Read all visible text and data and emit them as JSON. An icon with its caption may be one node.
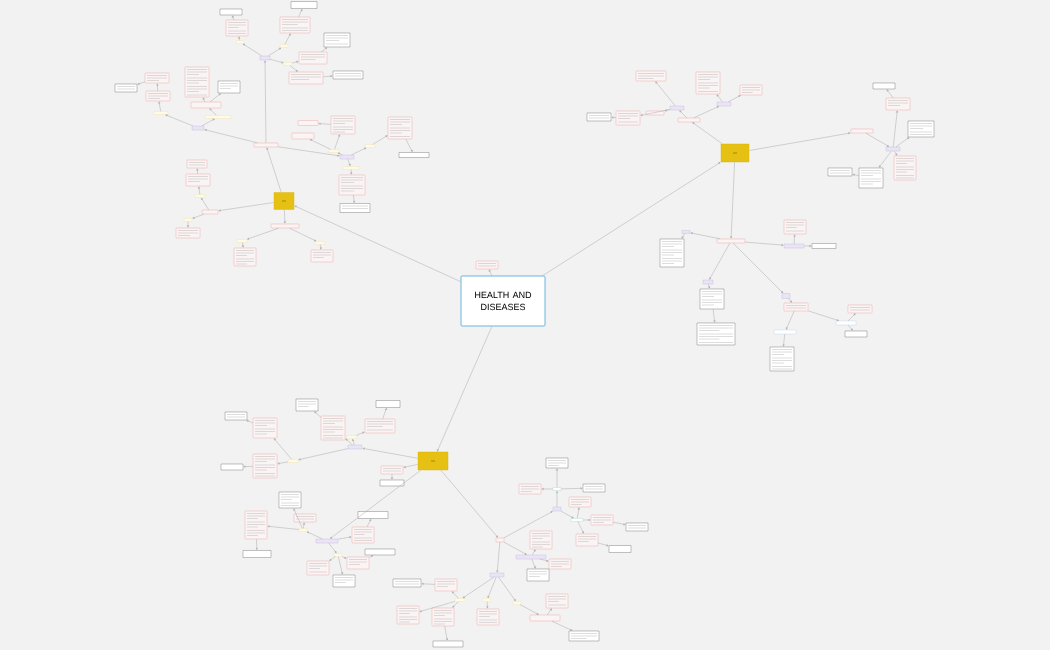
{
  "diagram": {
    "nodes": [
      {
        "text": [
          "HEALTH AND DISEASES"
        ]
      },
      {
        "text": [],
        "shape": "box"
      },
      {
        "text": [],
        "shape": "box"
      },
      {
        "text": [],
        "shape": "box"
      },
      {
        "text": [],
        "shape": "box"
      },
      {
        "text": [],
        "shape": "box"
      },
      {
        "text": [],
        "shape": "box"
      },
      {
        "text": [],
        "shape": "box"
      },
      {
        "text": [],
        "shape": "box"
      },
      {
        "text": [],
        "shape": "box"
      },
      {
        "text": [],
        "shape": "box"
      },
      {
        "text": [],
        "shape": "box"
      },
      {
        "text": [],
        "shape": "box"
      },
      {
        "text": [],
        "shape": "box"
      },
      {
        "text": [],
        "shape": "box"
      },
      {
        "text": [],
        "shape": "box"
      },
      {
        "text": [],
        "shape": "box"
      },
      {
        "text": [],
        "shape": "box"
      },
      {
        "text": [],
        "shape": "box"
      },
      {
        "text": [],
        "shape": "box"
      },
      {
        "text": [],
        "shape": "box"
      },
      {
        "text": [],
        "shape": "box"
      },
      {
        "text": [],
        "shape": "box"
      },
      {
        "text": [],
        "shape": "box"
      },
      {
        "text": [],
        "shape": "box"
      },
      {
        "text": [],
        "shape": "box"
      },
      {
        "text": [],
        "shape": "box"
      },
      {
        "text": [],
        "shape": "box"
      },
      {
        "text": [],
        "shape": "box"
      },
      {
        "text": [],
        "shape": "box"
      },
      {
        "text": [],
        "shape": "box"
      },
      {
        "text": [],
        "shape": "box"
      },
      {
        "text": [],
        "shape": "box"
      },
      {
        "text": [],
        "shape": "box"
      },
      {
        "text": [],
        "shape": "box"
      },
      {
        "text": [],
        "shape": "box"
      },
      {
        "text": [],
        "shape": "box"
      },
      {
        "text": [],
        "shape": "box"
      },
      {
        "text": [],
        "shape": "box"
      },
      {
        "text": [],
        "shape": "box"
      },
      {
        "text": [],
        "shape": "box"
      },
      {
        "text": [],
        "shape": "box"
      },
      {
        "text": [],
        "shape": "box"
      },
      {
        "text": [],
        "shape": "box"
      },
      {
        "text": [],
        "shape": "box"
      },
      {
        "text": [],
        "shape": "box"
      },
      {
        "text": [],
        "shape": "box"
      },
      {
        "text": [],
        "shape": "box"
      },
      {
        "text": [],
        "shape": "box"
      },
      {
        "text": [],
        "shape": "box"
      },
      {
        "text": [],
        "shape": "box"
      },
      {
        "text": [],
        "shape": "box"
      },
      {
        "text": [],
        "shape": "box"
      },
      {
        "text": [],
        "shape": "box"
      },
      {
        "text": [],
        "shape": "box"
      },
      {
        "text": [],
        "shape": "box"
      },
      {
        "text": [],
        "shape": "box"
      },
      {
        "text": [],
        "shape": "box"
      },
      {
        "text": [],
        "shape": "box"
      },
      {
        "text": [],
        "shape": "box"
      },
      {
        "text": [],
        "shape": "box"
      },
      {
        "text": [],
        "shape": "box"
      },
      {
        "text": [],
        "shape": "box"
      },
      {
        "text": [],
        "shape": "box"
      },
      {
        "text": [],
        "shape": "box"
      },
      {
        "text": [],
        "shape": "box"
      },
      {
        "text": [],
        "shape": "box"
      },
      {
        "text": [],
        "shape": "box"
      },
      {
        "text": [],
        "shape": "box"
      },
      {
        "text": [],
        "shape": "box"
      },
      {
        "text": [],
        "shape": "box"
      },
      {
        "text": [],
        "shape": "box"
      },
      {
        "text": [],
        "shape": "box"
      },
      {
        "text": [],
        "shape": "box"
      },
      {
        "text": [],
        "shape": "box"
      },
      {
        "text": [],
        "shape": "box"
      },
      {
        "text": [],
        "shape": "box"
      },
      {
        "text": [],
        "shape": "box"
      },
      {
        "text": [],
        "shape": "box"
      },
      {
        "text": [],
        "shape": "box"
      },
      {
        "text": [],
        "shape": "box"
      },
      {
        "text": [],
        "shape": "box"
      },
      {
        "text": [],
        "shape": "box"
      },
      {
        "text": [],
        "shape": "box"
      },
      {
        "text": [],
        "shape": "box"
      },
      {
        "text": [],
        "shape": "box"
      },
      {
        "text": [],
        "shape": "box"
      },
      {
        "text": [],
        "shape": "box"
      },
      {
        "text": [],
        "shape": "box"
      },
      {
        "text": [],
        "shape": "box"
      },
      {
        "text": [],
        "shape": "box"
      },
      {
        "text": [],
        "shape": "box"
      },
      {
        "text": [],
        "shape": "box"
      },
      {
        "text": [],
        "shape": "box"
      },
      {
        "text": [],
        "shape": "box"
      },
      {
        "text": [],
        "shape": "box"
      },
      {
        "text": [],
        "shape": "box"
      },
      {
        "text": [],
        "shape": "box"
      },
      {
        "text": [],
        "shape": "box"
      },
      {
        "text": [],
        "shape": "box"
      },
      {
        "text": [],
        "shape": "box"
      },
      {
        "text": [],
        "shape": "box"
      },
      {
        "text": [],
        "shape": "box"
      },
      {
        "text": [],
        "shape": "box"
      },
      {
        "text": [],
        "shape": "box"
      },
      {
        "text": [],
        "shape": "box"
      },
      {
        "text": [],
        "shape": "box"
      },
      {
        "text": [],
        "shape": "box"
      },
      {
        "text": [],
        "shape": "box"
      },
      {
        "text": [],
        "shape": "box"
      },
      {
        "text": [],
        "shape": "box"
      },
      {
        "text": [],
        "shape": "box"
      },
      {
        "text": [],
        "shape": "box"
      },
      {
        "text": [],
        "shape": "box"
      },
      {
        "text": [],
        "shape": "box"
      },
      {
        "text": [],
        "shape": "box"
      },
      {
        "text": [],
        "shape": "box"
      },
      {
        "text": [],
        "shape": "box"
      },
      {
        "text": [],
        "shape": "box"
      },
      {
        "text": [],
        "shape": "box"
      },
      {
        "text": [],
        "shape": "box"
      },
      {
        "text": [],
        "shape": "box"
      },
      {
        "text": [],
        "shape": "box"
      },
      {
        "text": [],
        "shape": "box"
      },
      {
        "text": [],
        "shape": "box"
      },
      {
        "text": [],
        "shape": "box"
      },
      {
        "text": [],
        "shape": "box"
      },
      {
        "text": [],
        "shape": "box"
      },
      {
        "text": [],
        "shape": "box"
      },
      {
        "text": [],
        "shape": "box"
      },
      {
        "text": [],
        "shape": "box"
      },
      {
        "text": [],
        "shape": "box"
      },
      {
        "text": [],
        "shape": "box"
      },
      {
        "text": [],
        "shape": "box"
      },
      {
        "text": [],
        "shape": "box"
      },
      {
        "text": [],
        "shape": "box"
      },
      {
        "text": [],
        "shape": "box"
      }
    ],
    "edges": [
      {
        "from": 0,
        "to": 1,
        "arrow": "to"
      },
      {
        "from": 0,
        "to": 2,
        "arrow": "to"
      },
      {
        "from": 0,
        "to": 3,
        "arrow": "to"
      },
      {
        "from": 0,
        "to": 4,
        "arrow": "to"
      },
      {
        "from": 2,
        "to": 6,
        "arrow": "to"
      },
      {
        "from": 6,
        "to": 7,
        "arrow": "to"
      },
      {
        "from": 6,
        "to": 8,
        "arrow": "to"
      },
      {
        "from": 6,
        "to": 9,
        "arrow": "to"
      },
      {
        "from": 2,
        "to": 10,
        "arrow": "to"
      },
      {
        "from": 2,
        "to": 11,
        "arrow": "to"
      },
      {
        "from": 11,
        "to": 12,
        "arrow": "to"
      },
      {
        "from": 12,
        "to": 13,
        "arrow": "to"
      },
      {
        "from": 11,
        "to": 14,
        "arrow": "to"
      },
      {
        "from": 14,
        "to": 15,
        "arrow": "to"
      },
      {
        "from": 10,
        "to": 16,
        "arrow": "to"
      },
      {
        "from": 16,
        "to": 17,
        "arrow": "to"
      },
      {
        "from": 17,
        "to": 18,
        "arrow": "to"
      },
      {
        "from": 10,
        "to": 19,
        "arrow": "to"
      },
      {
        "from": 19,
        "to": 20,
        "arrow": "to"
      },
      {
        "from": 9,
        "to": 22,
        "arrow": "to"
      },
      {
        "from": 22,
        "to": 23,
        "arrow": "to"
      },
      {
        "from": 23,
        "to": 24,
        "arrow": "to"
      },
      {
        "from": 9,
        "to": 25,
        "arrow": "to"
      },
      {
        "from": 25,
        "to": 26,
        "arrow": "to"
      },
      {
        "from": 26,
        "to": 27,
        "arrow": "to"
      },
      {
        "from": 9,
        "to": 28,
        "arrow": "to"
      },
      {
        "from": 28,
        "to": 29,
        "arrow": "to"
      },
      {
        "from": 28,
        "to": 30,
        "arrow": "to"
      },
      {
        "from": 30,
        "to": 31,
        "arrow": "to"
      },
      {
        "from": 8,
        "to": 32,
        "arrow": "to"
      },
      {
        "from": 32,
        "to": 33,
        "arrow": "to"
      },
      {
        "from": 33,
        "to": 34,
        "arrow": "to"
      },
      {
        "from": 34,
        "to": 35,
        "arrow": "to"
      },
      {
        "from": 8,
        "to": 36,
        "arrow": "to"
      },
      {
        "from": 36,
        "to": 37,
        "arrow": "to"
      },
      {
        "from": 37,
        "to": 38,
        "arrow": "to"
      },
      {
        "from": 37,
        "to": 39,
        "arrow": "to"
      },
      {
        "from": 7,
        "to": 40,
        "arrow": "to"
      },
      {
        "from": 40,
        "to": 41,
        "arrow": "to"
      },
      {
        "from": 41,
        "to": 42,
        "arrow": "to"
      },
      {
        "from": 7,
        "to": 43,
        "arrow": "to"
      },
      {
        "from": 43,
        "to": 44,
        "arrow": "to"
      },
      {
        "from": 44,
        "to": 45,
        "arrow": "to"
      },
      {
        "from": 7,
        "to": 46,
        "arrow": "to"
      },
      {
        "from": 46,
        "to": 47,
        "arrow": "to"
      },
      {
        "from": 46,
        "to": 48,
        "arrow": "to"
      },
      {
        "from": 48,
        "to": 49,
        "arrow": "to"
      },
      {
        "from": 47,
        "to": 50,
        "arrow": "to"
      },
      {
        "from": 3,
        "to": 51,
        "arrow": "to"
      },
      {
        "from": 51,
        "to": 52,
        "arrow": "to"
      },
      {
        "from": 52,
        "to": 53,
        "arrow": "to"
      },
      {
        "from": 52,
        "to": 54,
        "arrow": "to"
      },
      {
        "from": 54,
        "to": 55,
        "arrow": "to"
      },
      {
        "from": 52,
        "to": 56,
        "arrow": "to"
      },
      {
        "from": 51,
        "to": 57,
        "arrow": "to"
      },
      {
        "from": 57,
        "to": 58,
        "arrow": "to"
      },
      {
        "from": 57,
        "to": 59,
        "arrow": "to"
      },
      {
        "from": 3,
        "to": 60,
        "arrow": "to"
      },
      {
        "from": 60,
        "to": 61,
        "arrow": "to"
      },
      {
        "from": 61,
        "to": 62,
        "arrow": "to"
      },
      {
        "from": 62,
        "to": 63,
        "arrow": "to"
      },
      {
        "from": 61,
        "to": 64,
        "arrow": "to"
      },
      {
        "from": 61,
        "to": 65,
        "arrow": "to"
      },
      {
        "from": 61,
        "to": 66,
        "arrow": "to"
      },
      {
        "from": 66,
        "to": 67,
        "arrow": "to"
      },
      {
        "from": 3,
        "to": 68,
        "arrow": "to"
      },
      {
        "from": 68,
        "to": 69,
        "arrow": "to"
      },
      {
        "from": 69,
        "to": 70,
        "arrow": "to"
      },
      {
        "from": 68,
        "to": 71,
        "arrow": "to"
      },
      {
        "from": 71,
        "to": 72,
        "arrow": "to"
      },
      {
        "from": 71,
        "to": 73,
        "arrow": "to"
      },
      {
        "from": 68,
        "to": 74,
        "arrow": "to"
      },
      {
        "from": 74,
        "to": 75,
        "arrow": "to"
      },
      {
        "from": 75,
        "to": 76,
        "arrow": "to"
      },
      {
        "from": 68,
        "to": 77,
        "arrow": "to"
      },
      {
        "from": 77,
        "to": 78,
        "arrow": "to"
      },
      {
        "from": 78,
        "to": 79,
        "arrow": "to"
      },
      {
        "from": 79,
        "to": 80,
        "arrow": "to"
      },
      {
        "from": 78,
        "to": 81,
        "arrow": "to"
      },
      {
        "from": 81,
        "to": 82,
        "arrow": "to"
      },
      {
        "from": 81,
        "to": 83,
        "arrow": "to"
      },
      {
        "from": 4,
        "to": 84,
        "arrow": "to"
      },
      {
        "from": 84,
        "to": 85,
        "arrow": "to"
      },
      {
        "from": 85,
        "to": 86,
        "arrow": "to"
      },
      {
        "from": 85,
        "to": 87,
        "arrow": "to"
      },
      {
        "from": 86,
        "to": 88,
        "arrow": "to"
      },
      {
        "from": 87,
        "to": 89,
        "arrow": "to"
      },
      {
        "from": 84,
        "to": 90,
        "arrow": "to"
      },
      {
        "from": 90,
        "to": 91,
        "arrow": "to"
      },
      {
        "from": 84,
        "to": 92,
        "arrow": "to"
      },
      {
        "from": 92,
        "to": 93,
        "arrow": "to"
      },
      {
        "from": 93,
        "to": 94,
        "arrow": "to"
      },
      {
        "from": 4,
        "to": 95,
        "arrow": "to"
      },
      {
        "from": 95,
        "to": 96,
        "arrow": "to"
      },
      {
        "from": 4,
        "to": 97,
        "arrow": "to"
      },
      {
        "from": 97,
        "to": 98,
        "arrow": "to"
      },
      {
        "from": 98,
        "to": 99,
        "arrow": "to"
      },
      {
        "from": 98,
        "to": 100,
        "arrow": "to"
      },
      {
        "from": 100,
        "to": 101,
        "arrow": "to"
      },
      {
        "from": 98,
        "to": 102,
        "arrow": "to"
      },
      {
        "from": 97,
        "to": 103,
        "arrow": "to"
      },
      {
        "from": 103,
        "to": 104,
        "arrow": "to"
      },
      {
        "from": 103,
        "to": 105,
        "arrow": "to"
      },
      {
        "from": 103,
        "to": 106,
        "arrow": "to"
      },
      {
        "from": 97,
        "to": 108,
        "arrow": "to"
      },
      {
        "from": 108,
        "to": 107,
        "arrow": "to"
      },
      {
        "from": 105,
        "to": 109,
        "arrow": "to"
      },
      {
        "from": 4,
        "to": 110,
        "arrow": "to"
      },
      {
        "from": 110,
        "to": 111,
        "arrow": "to"
      },
      {
        "from": 111,
        "to": 112,
        "arrow": "to"
      },
      {
        "from": 112,
        "to": 113,
        "arrow": "to"
      },
      {
        "from": 112,
        "to": 114,
        "arrow": "to"
      },
      {
        "from": 112,
        "to": 115,
        "arrow": "to"
      },
      {
        "from": 111,
        "to": 116,
        "arrow": "to"
      },
      {
        "from": 116,
        "to": 117,
        "arrow": "to"
      },
      {
        "from": 116,
        "to": 118,
        "arrow": "to"
      },
      {
        "from": 118,
        "to": 119,
        "arrow": "to"
      },
      {
        "from": 116,
        "to": 120,
        "arrow": "to"
      },
      {
        "from": 120,
        "to": 121,
        "arrow": "to"
      },
      {
        "from": 110,
        "to": 122,
        "arrow": "to"
      },
      {
        "from": 122,
        "to": 123,
        "arrow": "to"
      },
      {
        "from": 122,
        "to": 124,
        "arrow": "to"
      },
      {
        "from": 122,
        "to": 125,
        "arrow": "to"
      },
      {
        "from": 110,
        "to": 126,
        "arrow": "to"
      },
      {
        "from": 126,
        "to": 127,
        "arrow": "to"
      },
      {
        "from": 127,
        "to": 128,
        "arrow": "to"
      },
      {
        "from": 126,
        "to": 129,
        "arrow": "to"
      },
      {
        "from": 129,
        "to": 130,
        "arrow": "to"
      },
      {
        "from": 130,
        "to": 131,
        "arrow": "to"
      },
      {
        "from": 129,
        "to": 132,
        "arrow": "to"
      },
      {
        "from": 132,
        "to": 133,
        "arrow": "to"
      },
      {
        "from": 129,
        "to": 134,
        "arrow": "to"
      },
      {
        "from": 126,
        "to": 135,
        "arrow": "to"
      },
      {
        "from": 135,
        "to": 136,
        "arrow": "to"
      },
      {
        "from": 136,
        "to": 5,
        "arrow": "to"
      },
      {
        "from": 136,
        "to": 21,
        "arrow": "to"
      }
    ]
  }
}
